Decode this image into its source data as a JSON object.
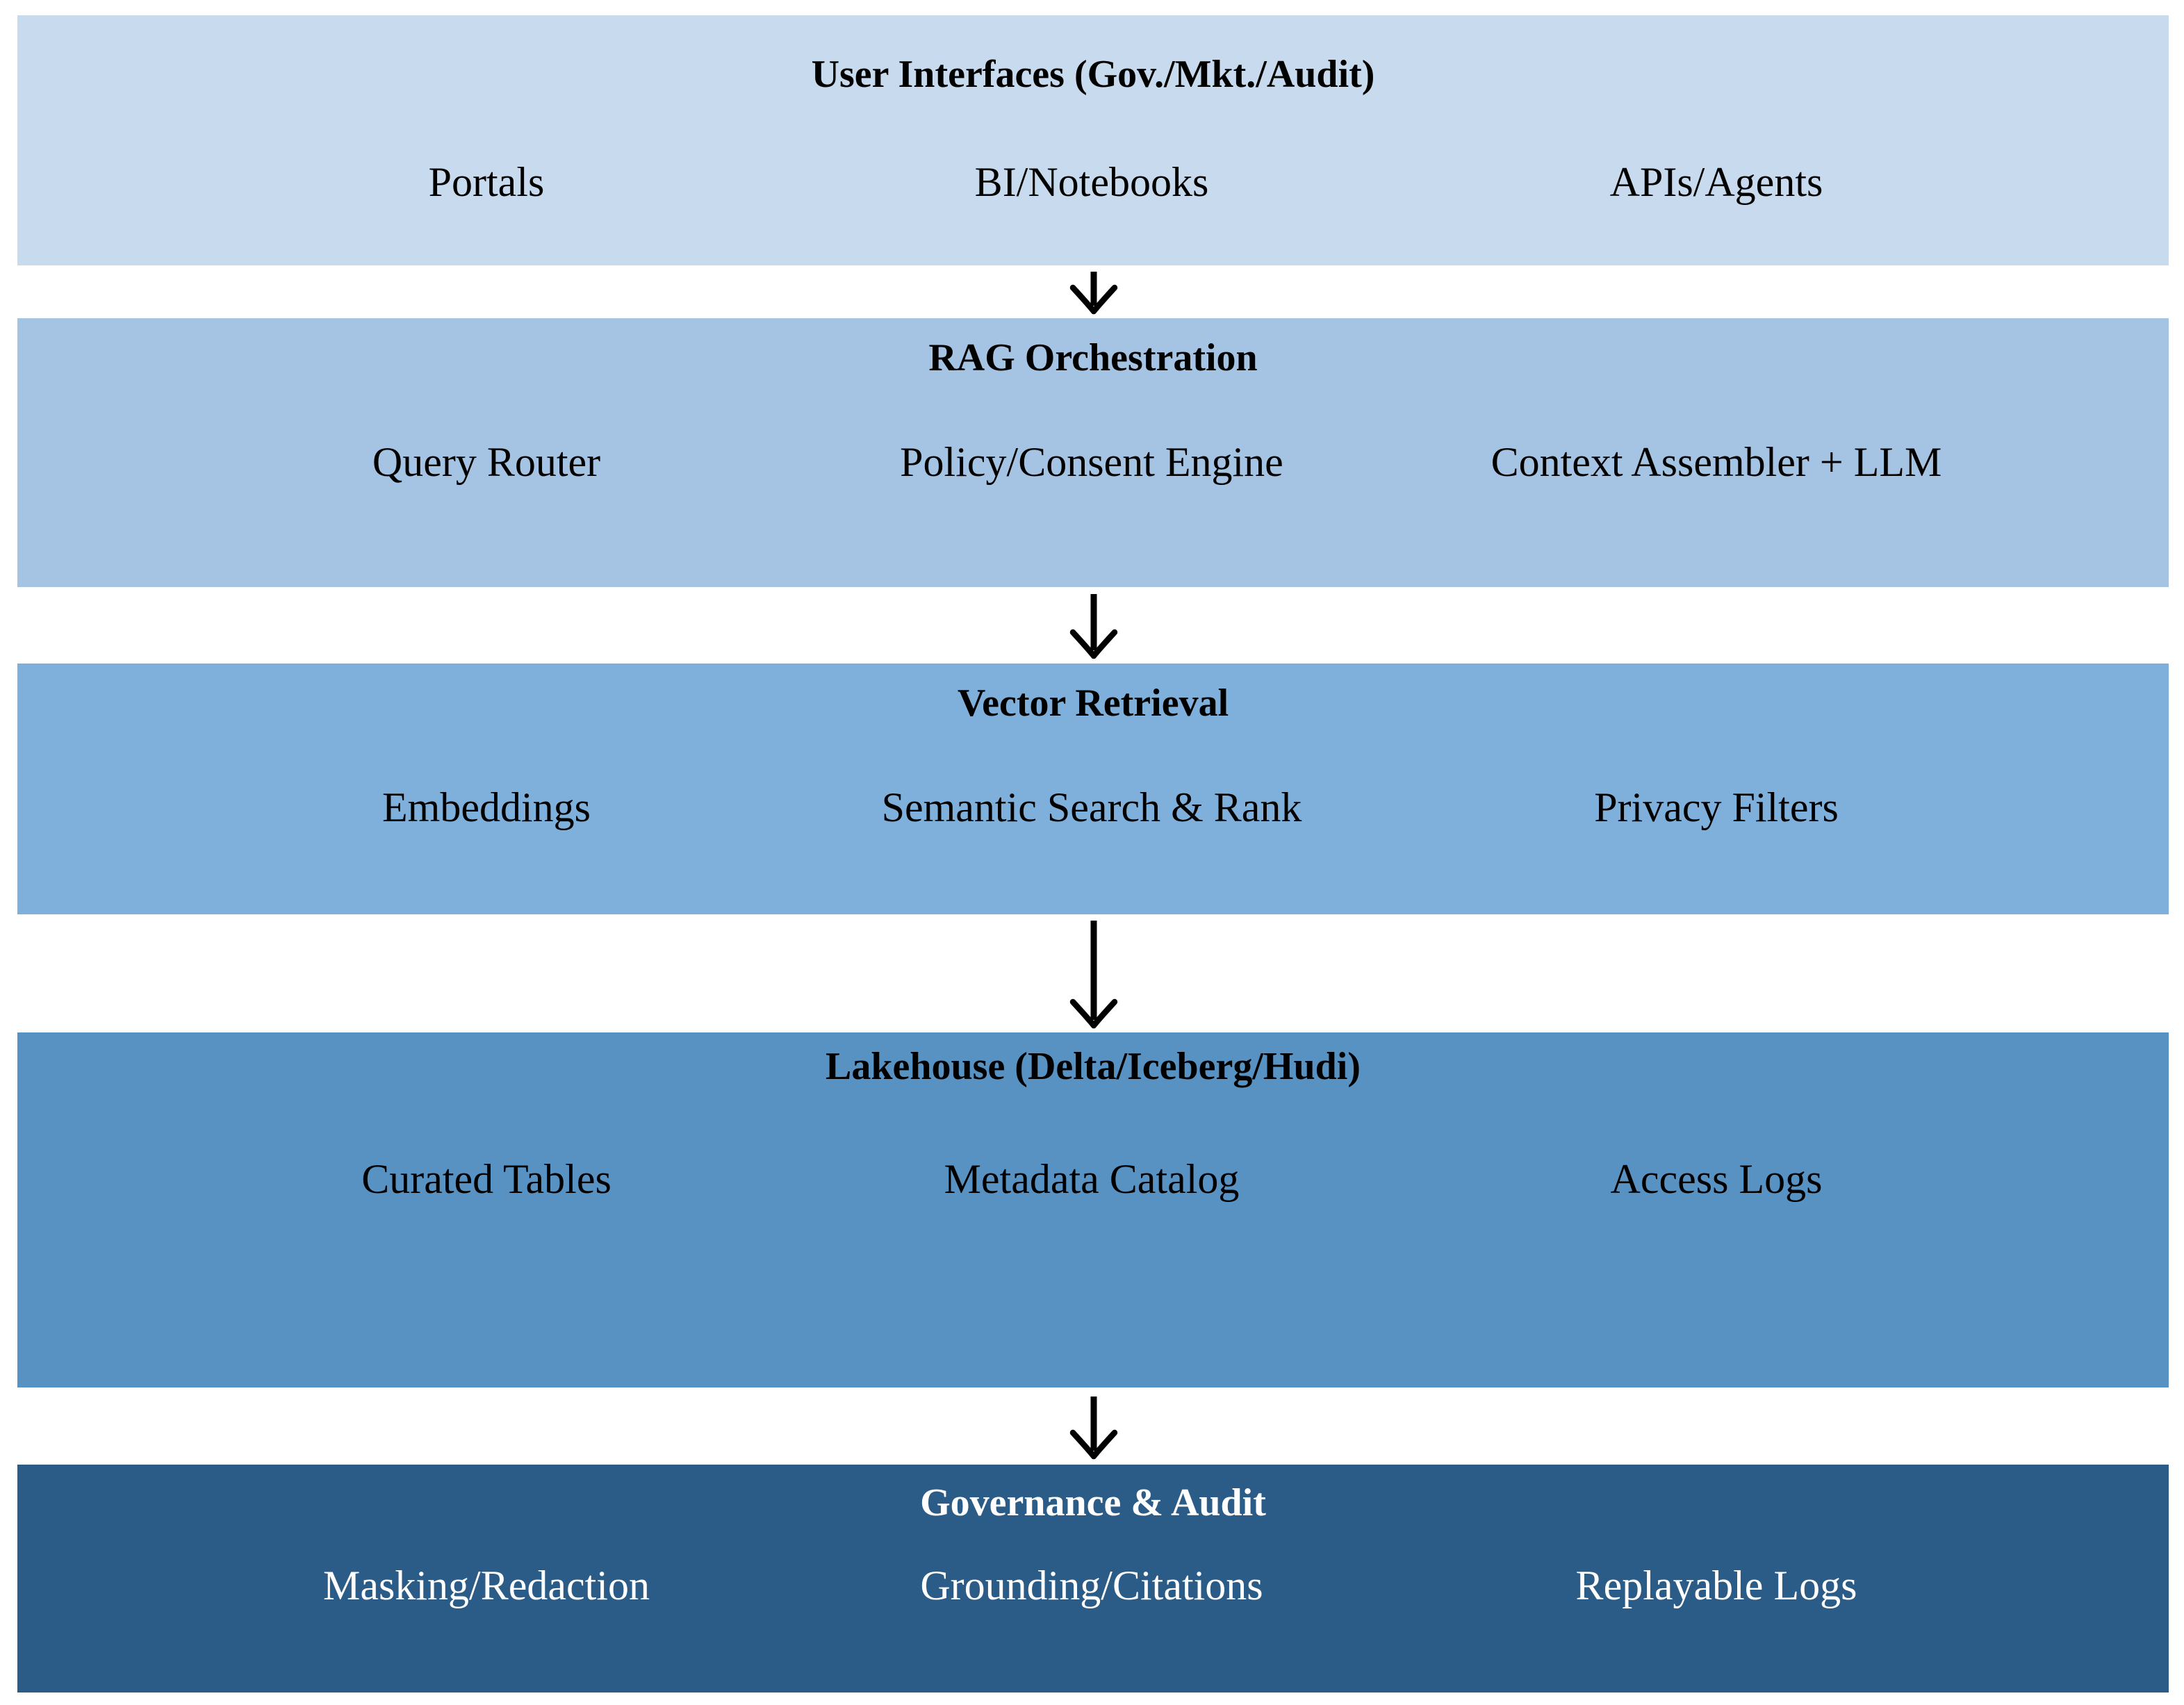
{
  "diagram": {
    "background": "#ffffff",
    "arrow_color": "#000000",
    "layers": [
      {
        "title": "User Interfaces (Gov./Mkt./Audit)",
        "items": [
          "Portals",
          "BI/Notebooks",
          "APIs/Agents"
        ],
        "color": "#c7daee",
        "text_color": "#000000"
      },
      {
        "title": "RAG Orchestration",
        "items": [
          "Query Router",
          "Policy/Consent Engine",
          "Context Assembler + LLM"
        ],
        "color": "#a5c3e3",
        "text_color": "#000000"
      },
      {
        "title": "Vector Retrieval",
        "items": [
          "Embeddings",
          "Semantic Search & Rank",
          "Privacy Filters"
        ],
        "color": "#7fb0db",
        "text_color": "#000000"
      },
      {
        "title": "Lakehouse (Delta/Iceberg/Hudi)",
        "items": [
          "Curated Tables",
          "Metadata Catalog",
          "Access Logs"
        ],
        "color": "#5892c3",
        "text_color": "#000000"
      },
      {
        "title": "Governance & Audit",
        "items": [
          "Masking/Redaction",
          "Grounding/Citations",
          "Replayable Logs"
        ],
        "color": "#2b5c87",
        "text_color": "#ffffff"
      }
    ]
  }
}
